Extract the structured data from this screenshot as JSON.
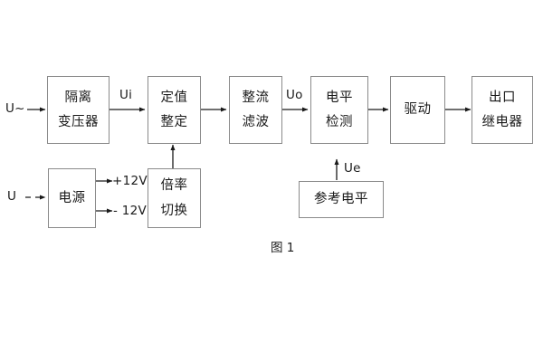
{
  "diagram": {
    "caption": "图 1",
    "blocks": [
      {
        "id": "isolation-transformer",
        "lines": [
          "隔离",
          "变压器"
        ]
      },
      {
        "id": "setting-value",
        "lines": [
          "定值",
          "整定"
        ]
      },
      {
        "id": "rectify-filter",
        "lines": [
          "整流",
          "滤波"
        ]
      },
      {
        "id": "level-detection",
        "lines": [
          "电平",
          "检测"
        ]
      },
      {
        "id": "drive",
        "lines": [
          "驱动"
        ]
      },
      {
        "id": "output-relay",
        "lines": [
          "出口",
          "继电器"
        ]
      },
      {
        "id": "power-supply",
        "lines": [
          "电源"
        ]
      },
      {
        "id": "multiplier-switch",
        "lines": [
          "倍率",
          "切换"
        ]
      },
      {
        "id": "reference-level",
        "lines": [
          "参考电平"
        ]
      }
    ],
    "signals": {
      "ac_input": "U~",
      "dc_input": "U",
      "ui": "Ui",
      "uo": "Uo",
      "ue": "Ue",
      "rail_positive": "+12V",
      "rail_negative": "- 12V"
    },
    "colors": {
      "border": "#8a8a8a",
      "text": "#1a1a1a",
      "background": "#ffffff"
    }
  }
}
